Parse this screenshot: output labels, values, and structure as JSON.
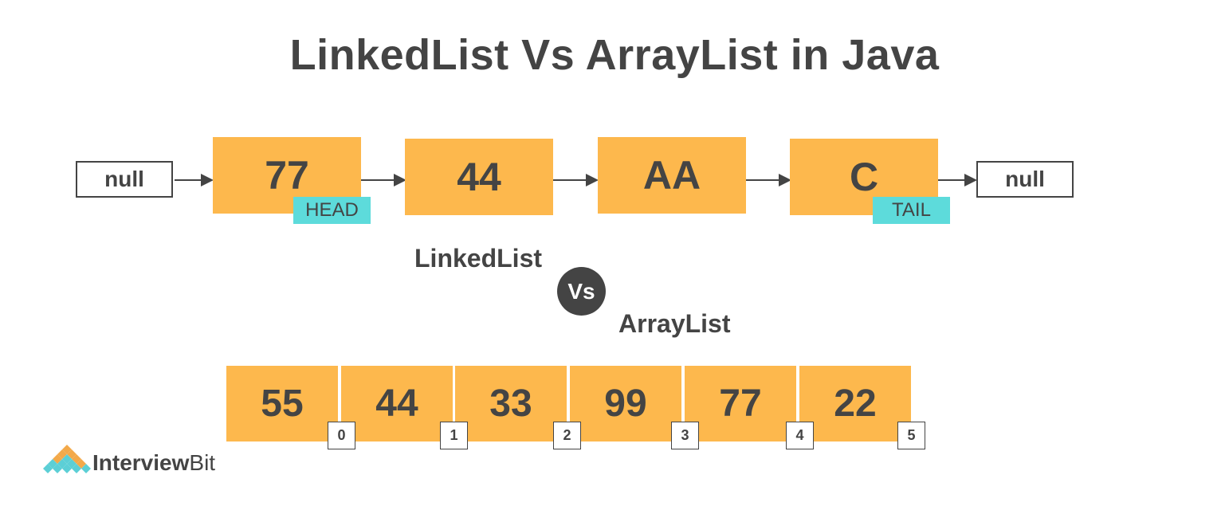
{
  "title": "LinkedList Vs ArrayList in Java",
  "linked_list": {
    "left_null": "null",
    "right_null": "null",
    "nodes": [
      "77",
      "44",
      "AA",
      "C"
    ],
    "head_label": "HEAD",
    "tail_label": "TAIL"
  },
  "captions": {
    "linked_list": "LinkedList",
    "vs": "Vs",
    "array_list": "ArrayList"
  },
  "array_list": {
    "values": [
      "55",
      "44",
      "33",
      "99",
      "77",
      "22"
    ],
    "indices": [
      "0",
      "1",
      "2",
      "3",
      "4",
      "5"
    ]
  },
  "logo": {
    "brand_bold": "Interview",
    "brand_regular": "Bit"
  },
  "colors": {
    "node_fill": "#fdb84d",
    "tag_fill": "#5ddbdb",
    "text_dark": "#444444",
    "logo_orange": "#f3a94a",
    "logo_teal": "#5ccfd6"
  }
}
